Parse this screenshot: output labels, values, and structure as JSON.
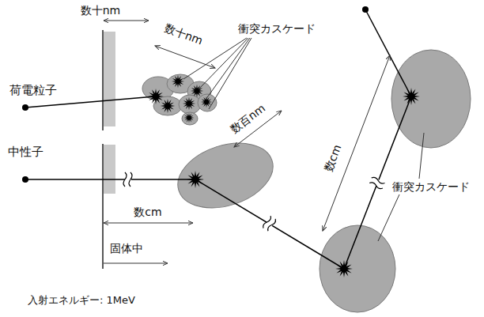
{
  "diagram": {
    "labels": [
      "数十nm",
      "数十nm",
      "衝突カスケード",
      "荷電粒子",
      "数百nm",
      "中性子",
      "数cm",
      "数cm",
      "衝突カスケード",
      "固体中",
      "入射エネルギー: 1MeV"
    ]
  }
}
